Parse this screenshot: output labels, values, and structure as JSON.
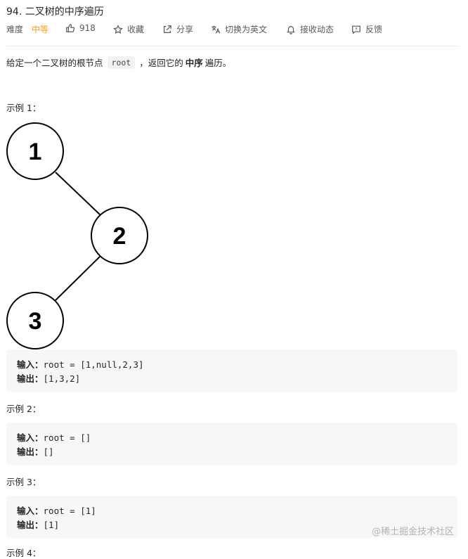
{
  "problem": {
    "title": "94. 二叉树的中序遍历"
  },
  "meta": {
    "difficulty_label": "难度",
    "difficulty_value": "中等",
    "likes": "918",
    "favorite_label": "收藏",
    "share_label": "分享",
    "switch_lang_label": "切换为英文",
    "subscribe_label": "接收动态",
    "feedback_label": "反馈",
    "icons": [
      "thumbs-up-icon",
      "star-icon",
      "share-icon",
      "translate-icon",
      "bell-icon",
      "feedback-icon"
    ],
    "difficulty_color": "#ffa116"
  },
  "description": {
    "prefix": "给定一个二叉树的根节点",
    "code": "root",
    "middle": "，返回它的",
    "bold": "中序",
    "suffix": "遍历。"
  },
  "example1": {
    "title": "示例 1：",
    "tree_nodes": [
      "1",
      "2",
      "3"
    ],
    "input_label": "输入：",
    "input_value": "root = [1,null,2,3]",
    "output_label": "输出：",
    "output_value": "[1,3,2]"
  },
  "example2": {
    "title": "示例 2：",
    "input_label": "输入：",
    "input_value": "root = []",
    "output_label": "输出：",
    "output_value": "[]"
  },
  "example3": {
    "title": "示例 3：",
    "input_label": "输入：",
    "input_value": "root = [1]",
    "output_label": "输出：",
    "output_value": "[1]"
  },
  "example4": {
    "title": "示例 4："
  },
  "watermark": "@稀土掘金技术社区"
}
